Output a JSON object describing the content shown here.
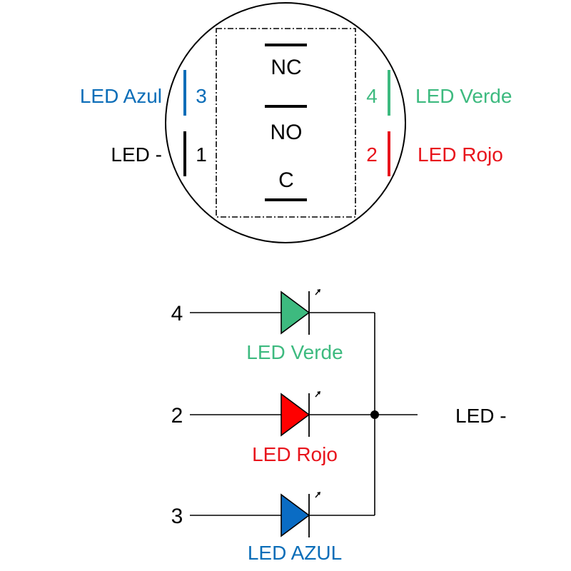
{
  "colors": {
    "blue": "#0a6db8",
    "green": "#3dba7f",
    "red": "#e8141c",
    "black": "#000000"
  },
  "top": {
    "switch_contacts": {
      "nc": "NC",
      "no": "NO",
      "c": "C"
    },
    "pins": {
      "pin3": {
        "number": "3",
        "label": "LED Azul"
      },
      "pin1": {
        "number": "1",
        "label": "LED -"
      },
      "pin4": {
        "number": "4",
        "label": "LED Verde"
      },
      "pin2": {
        "number": "2",
        "label": "LED Rojo"
      }
    }
  },
  "schematic": {
    "rows": [
      {
        "pin": "4",
        "label": "LED Verde",
        "color": "#3dba7f"
      },
      {
        "pin": "2",
        "label": "LED Rojo",
        "color": "#ff0000"
      },
      {
        "pin": "3",
        "label": "LED AZUL",
        "color": "#0a6cc4"
      }
    ],
    "common_label": "LED -"
  }
}
